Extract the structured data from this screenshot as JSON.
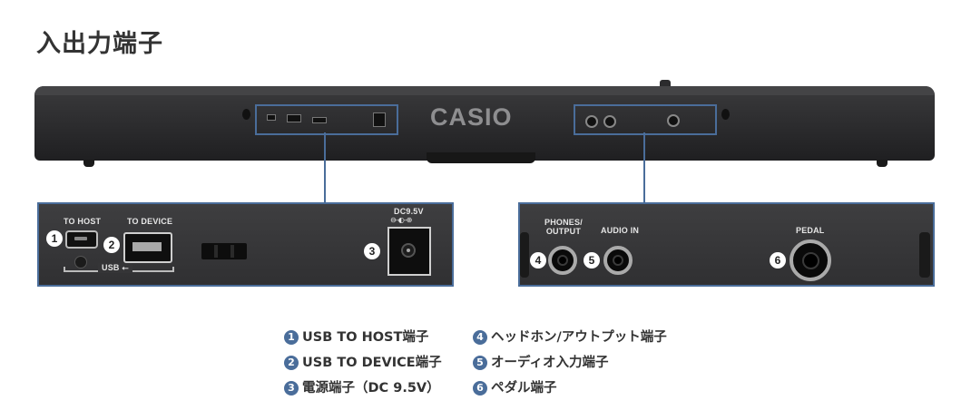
{
  "heading": "入出力端子",
  "brand": "CASIO",
  "left_panel": {
    "to_host": "TO HOST",
    "to_device": "TO DEVICE",
    "usb": "USB",
    "dc": "DC9.5V",
    "dc_symbol": "⊖–◐–⊕"
  },
  "right_panel": {
    "phones": "PHONES/",
    "output": "OUTPUT",
    "audio_in": "AUDIO IN",
    "pedal": "PEDAL"
  },
  "markers": [
    "1",
    "2",
    "3",
    "4",
    "5",
    "6"
  ],
  "legend": [
    {
      "num": "1",
      "text": "USB TO HOST端子"
    },
    {
      "num": "2",
      "text": "USB TO DEVICE端子"
    },
    {
      "num": "3",
      "text": "電源端子（DC 9.5V）"
    },
    {
      "num": "4",
      "text": "ヘッドホン/アウトプット端子"
    },
    {
      "num": "5",
      "text": "オーディオ入力端子"
    },
    {
      "num": "6",
      "text": "ペダル端子"
    }
  ],
  "colors": {
    "accent": "#4a6d9a",
    "body": "#2f2f31"
  }
}
